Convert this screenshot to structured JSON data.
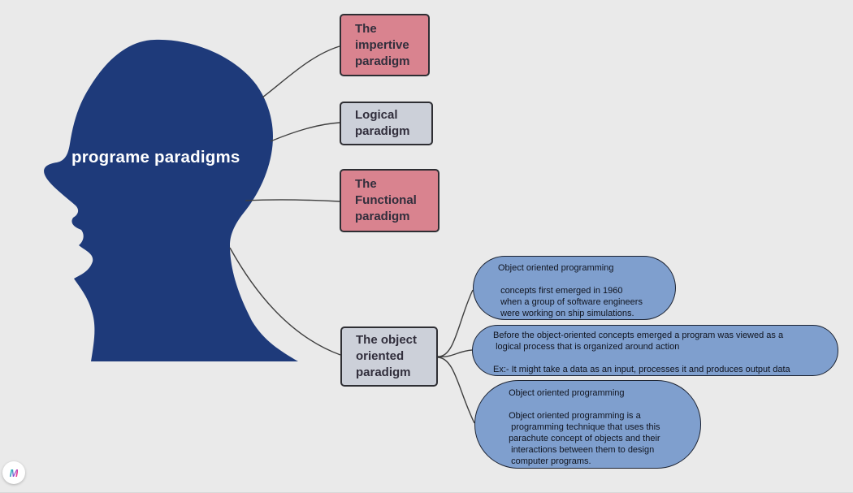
{
  "colors": {
    "background": "#eaeaea",
    "head_fill": "#1e3a7a",
    "topic_pink": "#d9838f",
    "topic_gray": "#ccd0d9",
    "note_blue": "#7f9fce",
    "connector": "#3f3f3f",
    "central_text": "#ffffff",
    "topic_text": "#312e3c",
    "note_text": "#10141f"
  },
  "mindmap": {
    "central_topic": {
      "label": "programe paradigms"
    },
    "topics": [
      {
        "label": "The\nimpertive\nparadigm",
        "style": "pink"
      },
      {
        "label": "Logical\nparadigm",
        "style": "gray"
      },
      {
        "label": "The\nFunctional\nparadigm",
        "style": "pink"
      },
      {
        "label": "The object\noriented\nparadigm",
        "style": "gray"
      }
    ],
    "notes": [
      {
        "text": "Object oriented programming\n\n concepts first emerged in 1960\n when a group of software engineers\n were working on ship simulations."
      },
      {
        "text": "Before the object-oriented concepts emerged a program was viewed as a\n logical process that is organized around action\n\nEx:- It might take a data as an input, processes it and produces output data"
      },
      {
        "text": " Object oriented programming\n\n Object oriented programming is a\n  programming technique that uses this\n parachute concept of objects and their\n  interactions between them to design\n  computer programs."
      }
    ]
  },
  "logo": {
    "letter": "M"
  }
}
